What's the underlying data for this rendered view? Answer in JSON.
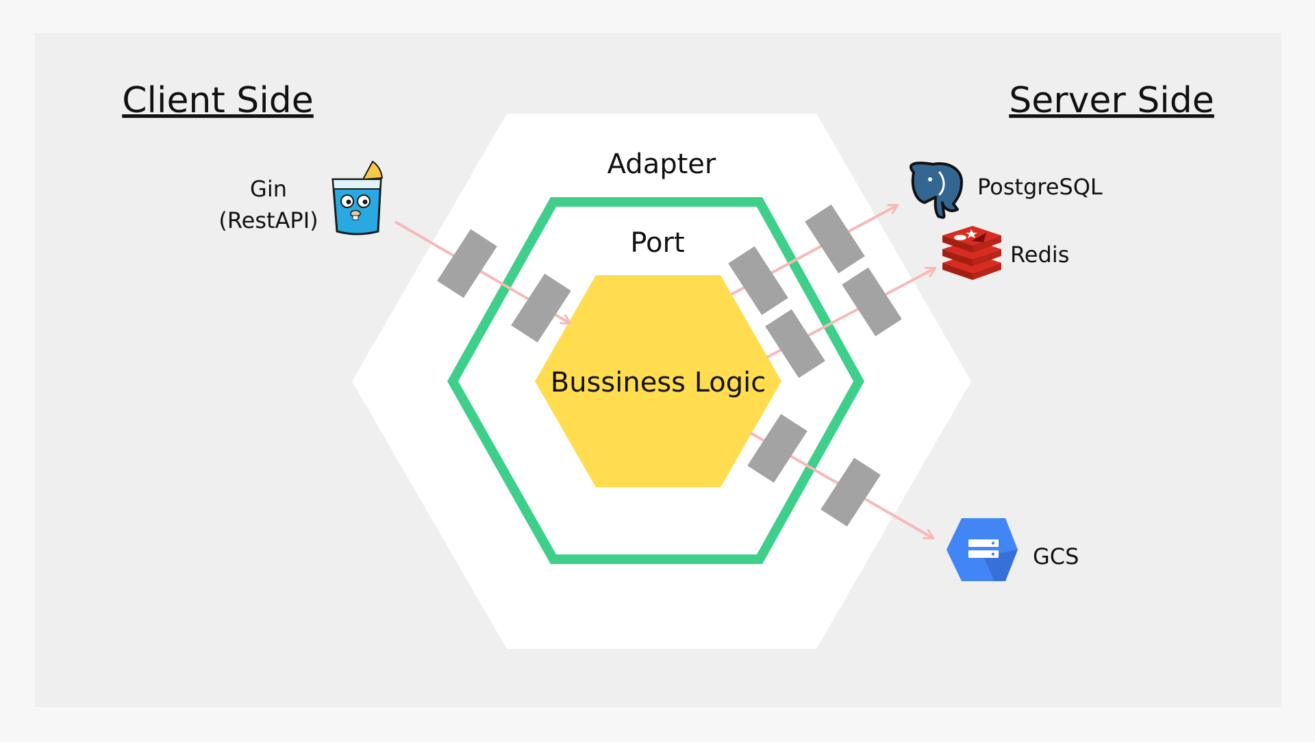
{
  "headings": {
    "client": "Client Side",
    "server": "Server Side"
  },
  "layers": {
    "adapter": "Adapter",
    "port": "Port",
    "core": "Bussiness Logic"
  },
  "client": {
    "name_line1": "Gin",
    "name_line2": "(RestAPI)",
    "icon": "gin-gopher-icon"
  },
  "services": [
    {
      "label": "PostgreSQL",
      "icon": "postgresql-elephant-icon"
    },
    {
      "label": "Redis",
      "icon": "redis-stack-icon"
    },
    {
      "label": "GCS",
      "icon": "google-cloud-storage-icon"
    }
  ],
  "colors": {
    "page_background": "#f7f7f7",
    "panel_background": "#efefef",
    "adapter_hexagon": "#ffffff",
    "port_border": "#3ed08a",
    "core_hexagon": "#ffdd4f",
    "connector": "#a3a3a3",
    "arrow": "#f7b8b8",
    "redis": "#d82c20",
    "gcs": "#4285f4",
    "postgres": "#336791"
  }
}
